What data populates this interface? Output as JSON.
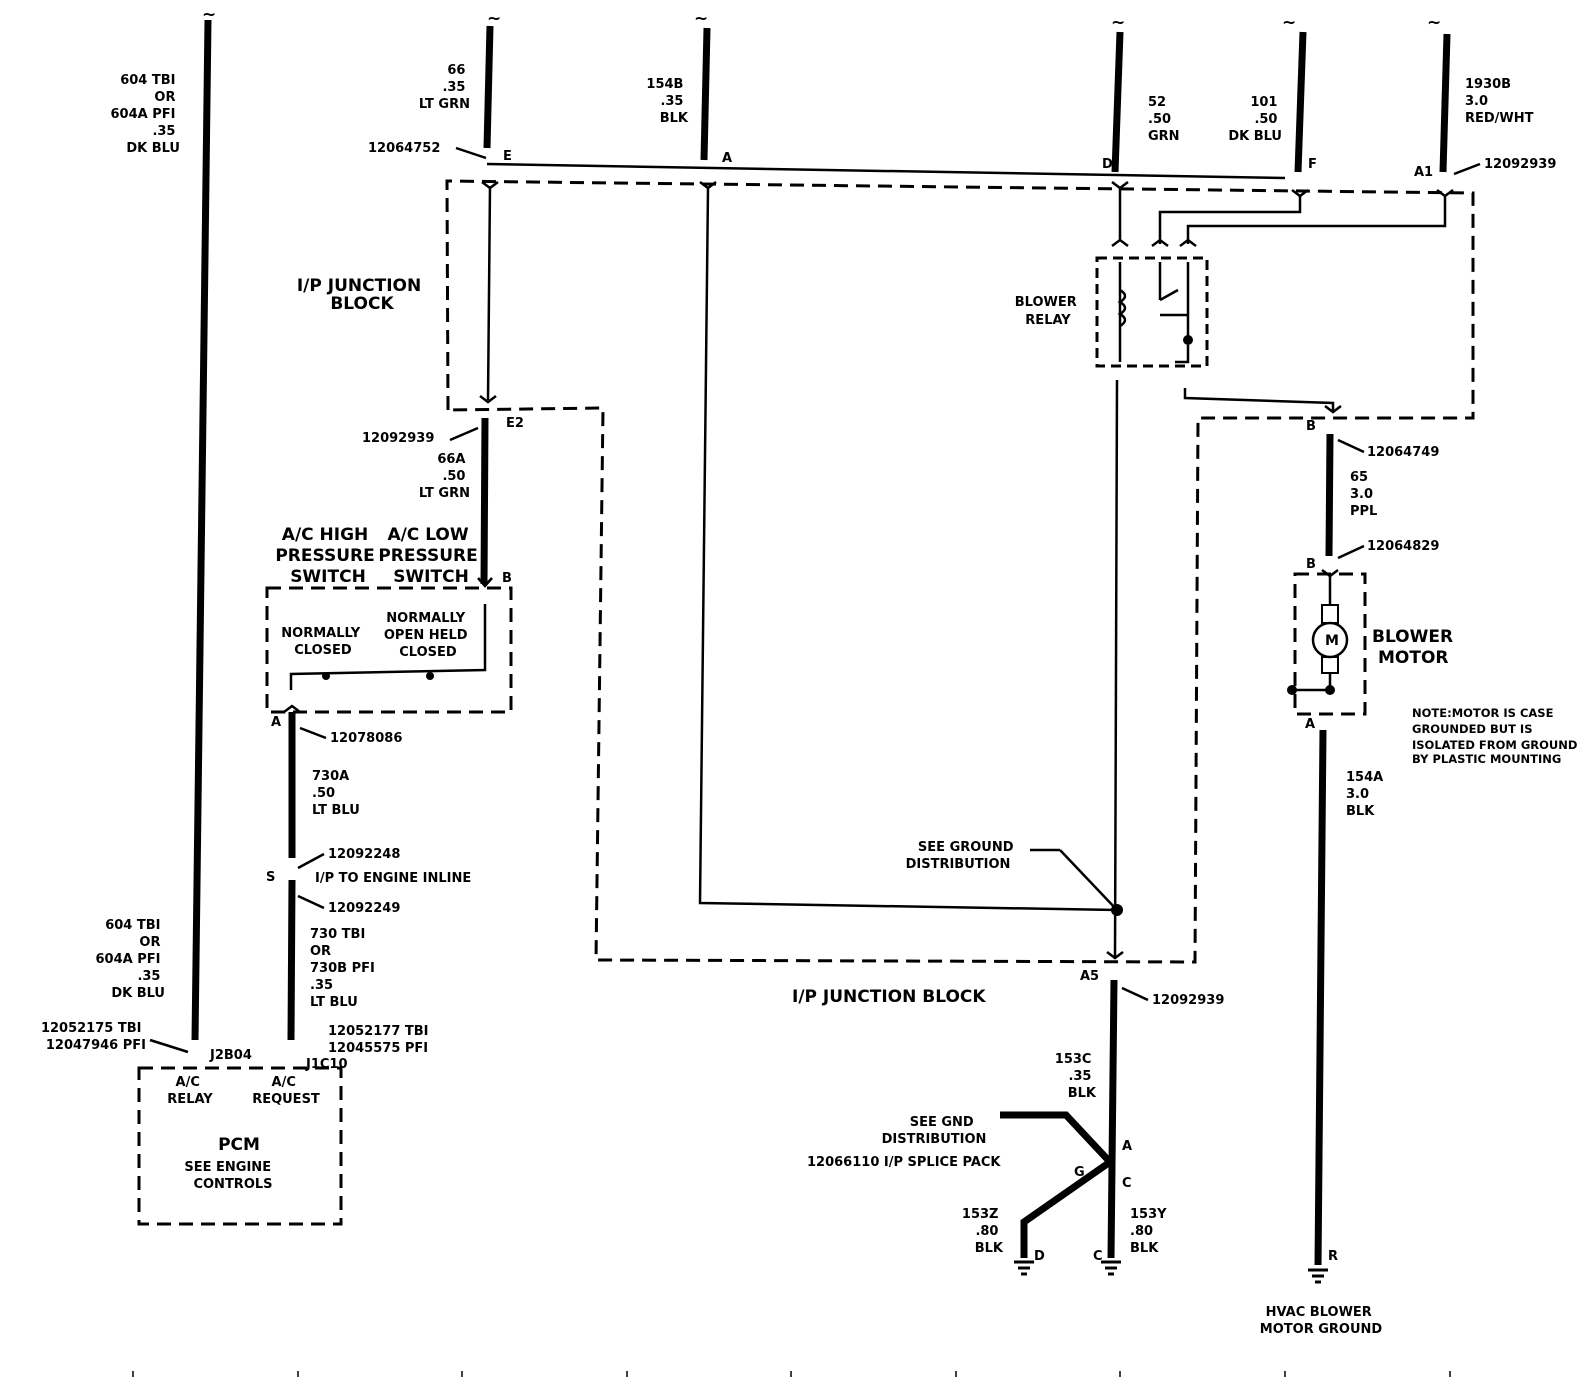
{
  "tilde": "~",
  "wires": {
    "w604_top": [
      "604 TBI",
      "OR",
      "604A PFI",
      ".35",
      "DK BLU"
    ],
    "w66": [
      "66",
      ".35",
      "LT GRN"
    ],
    "w154b": [
      "154B",
      ".35",
      "BLK"
    ],
    "w52": [
      "52",
      ".50",
      "GRN"
    ],
    "w101": [
      "101",
      ".50",
      "DK BLU"
    ],
    "w1930b": [
      "1930B",
      "3.0",
      "RED/WHT"
    ],
    "w66a": [
      "66A",
      ".50",
      "LT GRN"
    ],
    "w730a": [
      "730A",
      ".50",
      "LT BLU"
    ],
    "w730": [
      "730 TBI",
      "OR",
      "730B PFI",
      ".35",
      "LT BLU"
    ],
    "w604_bot": [
      "604 TBI",
      "OR",
      "604A PFI",
      ".35",
      "DK BLU"
    ],
    "w65": [
      "65",
      "3.0",
      "PPL"
    ],
    "w154a": [
      "154A",
      "3.0",
      "BLK"
    ],
    "w153c": [
      "153C",
      ".35",
      "BLK"
    ],
    "w153z": [
      "153Z",
      ".80",
      "BLK"
    ],
    "w153y": [
      "153Y",
      ".80",
      "BLK"
    ]
  },
  "connectors": {
    "c12064752": "12064752",
    "c12092939_top": "12092939",
    "c12092939_e2": "12092939",
    "c12078086": "12078086",
    "c12092248": "12092248",
    "c12092249": "12092249",
    "c12064749": "12064749",
    "c12064829": "12064829",
    "c12092939_a5": "12092939",
    "pcm_left": [
      "12052175 TBI",
      "12047946 PFI"
    ],
    "pcm_right": [
      "12052177 TBI",
      "12045575 PFI"
    ]
  },
  "pins": {
    "E": "E",
    "A": "A",
    "D": "D",
    "F": "F",
    "A1": "A1",
    "E2": "E2",
    "B_sw": "B",
    "A_sw": "A",
    "S": "S",
    "B_relay_out": "B",
    "B_motor": "B",
    "A_motor": "A",
    "A5": "A5",
    "J2B04": "J2B04",
    "J1C10": "J1C10",
    "sp_A": "A",
    "sp_C": "C",
    "sp_G": "G",
    "gnd_D": "D",
    "gnd_C": "C",
    "gnd_R": "R"
  },
  "labels": {
    "ip_junction_block_top": [
      "I/P JUNCTION",
      "BLOCK"
    ],
    "ip_junction_block_bottom": "I/P JUNCTION BLOCK",
    "ac_high": [
      "A/C HIGH",
      "PRESSURE",
      "SWITCH"
    ],
    "ac_low": [
      "A/C LOW",
      "PRESSURE",
      "SWITCH"
    ],
    "normally_closed": [
      "NORMALLY",
      "CLOSED"
    ],
    "normally_open": [
      "NORMALLY",
      "OPEN HELD",
      "CLOSED"
    ],
    "blower_relay": [
      "BLOWER",
      "RELAY"
    ],
    "blower_motor": [
      "BLOWER",
      "MOTOR"
    ],
    "motor_symbol": "M",
    "note": [
      "NOTE:MOTOR IS CASE",
      "GROUNDED BUT IS",
      "ISOLATED FROM GROUND",
      "BY PLASTIC MOUNTING"
    ],
    "see_ground": [
      "SEE GROUND",
      "DISTRIBUTION"
    ],
    "ip_to_engine": "I/P TO ENGINE INLINE",
    "see_gnd": [
      "SEE GND",
      "DISTRIBUTION"
    ],
    "splice_pack": "12066110 I/P SPLICE PACK",
    "hvac_ground": [
      "HVAC BLOWER",
      "MOTOR GROUND"
    ],
    "pcm_ac_relay": [
      "A/C",
      "RELAY"
    ],
    "pcm_ac_request": [
      "A/C",
      "REQUEST"
    ],
    "pcm": "PCM",
    "pcm_see": [
      "SEE ENGINE",
      "CONTROLS"
    ]
  }
}
